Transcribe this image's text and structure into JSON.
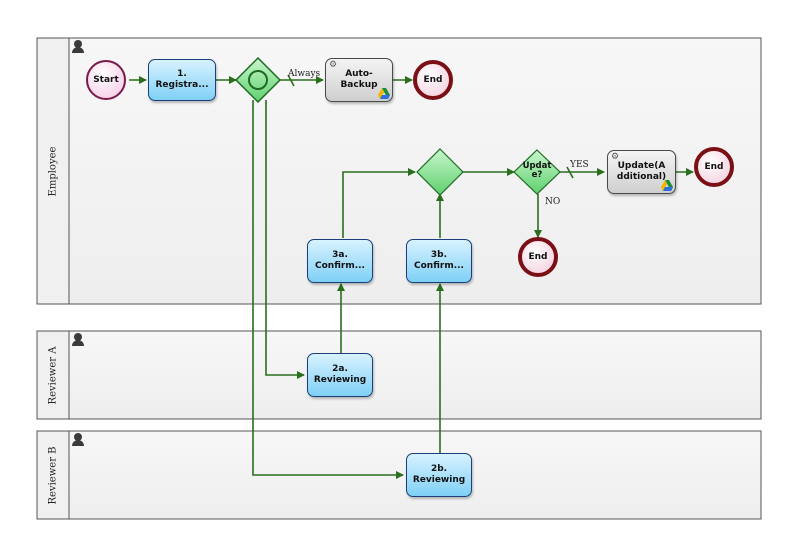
{
  "lanes": [
    {
      "title": "Employee"
    },
    {
      "title": "Reviewer A"
    },
    {
      "title": "Reviewer B"
    }
  ],
  "nodes": {
    "start": "Start",
    "task1": "1.\nRegistra...",
    "auto_backup": "Auto-\nBackup",
    "end_top": "End",
    "gateway_update": "Updat\ne?",
    "update_additional": "Update(A\ndditional)",
    "end_right": "End",
    "end_no": "End",
    "task3a": "3a.\nConfirm...",
    "task3b": "3b.\nConfirm...",
    "task2a": "2a.\nReviewing",
    "task2b": "2b.\nReviewing"
  },
  "edge_labels": {
    "always": "Always",
    "yes": "YES",
    "no": "NO"
  },
  "colors": {
    "flow": "#2a6e1e",
    "gateway_fill": "#7ee08a",
    "task_border": "#1a3f7a",
    "end_border": "#7a0f16"
  }
}
